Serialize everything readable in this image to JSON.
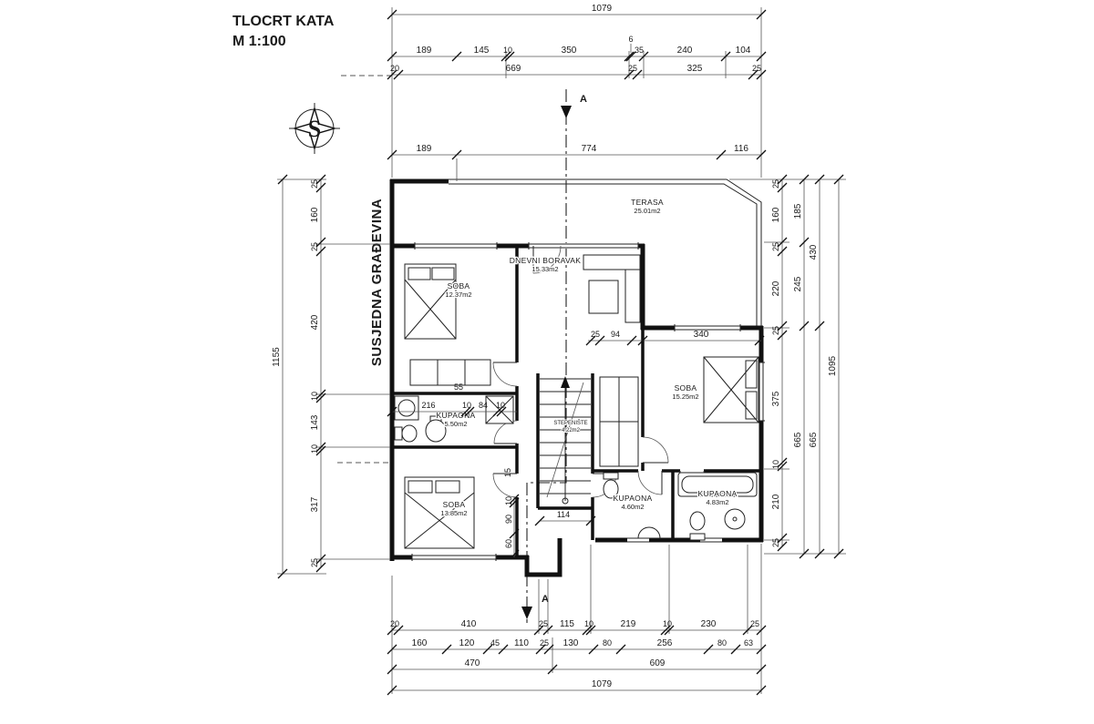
{
  "header": {
    "title": "TLOCRT KATA",
    "scale": "M 1:100"
  },
  "annotations": {
    "neighbor": "SUSJEDNA GRAĐEVINA",
    "north_letter": "S",
    "section_label": "A"
  },
  "rooms": {
    "terasa": {
      "name": "TERASA",
      "area": "25.01m2"
    },
    "dnevni": {
      "name": "DNEVNI BORAVAK",
      "area": "15.33m2"
    },
    "soba1": {
      "name": "SOBA",
      "area": "12.37m2"
    },
    "soba2": {
      "name": "SOBA",
      "area": "15.25m2"
    },
    "kupaona1": {
      "name": "KUPAONA",
      "area": "5.50m2"
    },
    "stepeniste": {
      "name": "STEPENIŠTE",
      "area": "4.22m2"
    },
    "soba3": {
      "name": "SOBA",
      "area": "13.85m2"
    },
    "kupaona2": {
      "name": "KUPAONA",
      "area": "4.60m2"
    },
    "kupaona3": {
      "name": "KUPAONA",
      "area": "4.83m2"
    }
  },
  "dims": {
    "top1": [
      "1079"
    ],
    "top2": [
      "189",
      "145",
      "10",
      "350",
      "6",
      "35",
      "240",
      "104"
    ],
    "top3": [
      "20",
      "669",
      "25",
      "325",
      "25"
    ],
    "top4": [
      "189",
      "774",
      "116"
    ],
    "left1": [
      "25",
      "160",
      "25",
      "420",
      "10",
      "143",
      "10",
      "317",
      "25"
    ],
    "left2": [
      "1155"
    ],
    "right1": [
      "25",
      "160",
      "25",
      "220",
      "25",
      "375",
      "10",
      "210",
      "25"
    ],
    "right2": [
      "185",
      "245",
      "665"
    ],
    "right3": [
      "430",
      "665"
    ],
    "right4": [
      "1095"
    ],
    "bottom1": [
      "20",
      "410",
      "25",
      "115",
      "10",
      "219",
      "10",
      "230",
      "25"
    ],
    "bottom2": [
      "160",
      "120",
      "45",
      "110",
      "25",
      "130",
      "80",
      "256",
      "80",
      "63"
    ],
    "bottom3": [
      "470",
      "609"
    ],
    "bottom4": [
      "1079"
    ],
    "inner_top": [
      "25",
      "94",
      "340"
    ],
    "inner_bath": [
      "216",
      "10",
      "84",
      "10"
    ],
    "inner_left": [
      "55",
      "15",
      "10",
      "90",
      "60"
    ],
    "inner_stair": [
      "114"
    ]
  }
}
